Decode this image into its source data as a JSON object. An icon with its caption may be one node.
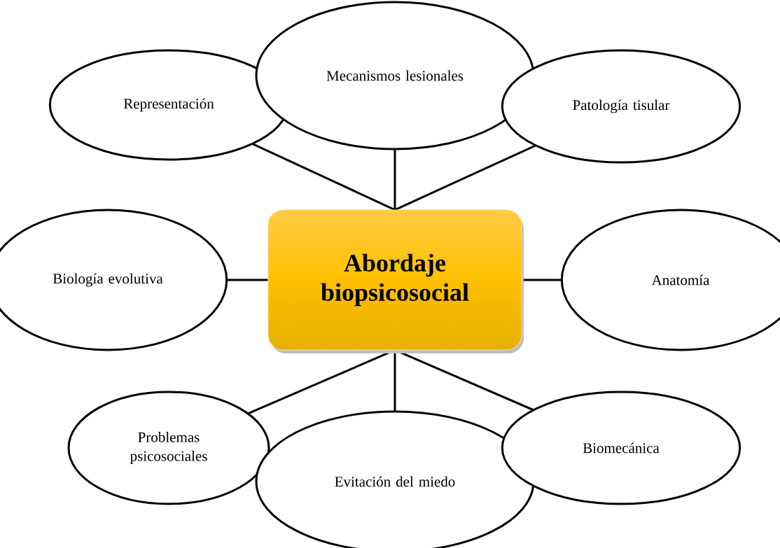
{
  "diagram": {
    "nodes": [
      {
        "text": [
          "Representación"
        ]
      },
      {
        "text": [
          "Mecanismos lesionales"
        ]
      },
      {
        "text": [
          "Patología tisular"
        ]
      },
      {
        "text": [
          "Biología evolutiva"
        ]
      },
      {
        "text": [
          "Abordaje biopsicosocial"
        ]
      },
      {
        "text": [
          "Anatomía"
        ]
      },
      {
        "text": [
          "Problemas psicosociales"
        ]
      },
      {
        "text": [
          "Evitación del miedo"
        ]
      },
      {
        "text": [
          "Biomecánica"
        ]
      }
    ],
    "edges": [
      {
        "from": 4,
        "to": 0,
        "arrow": "none"
      },
      {
        "from": 4,
        "to": 1,
        "arrow": "none"
      },
      {
        "from": 4,
        "to": 2,
        "arrow": "none"
      },
      {
        "from": 4,
        "to": 3,
        "arrow": "none"
      },
      {
        "from": 4,
        "to": 5,
        "arrow": "none"
      },
      {
        "from": 4,
        "to": 6,
        "arrow": "none"
      },
      {
        "from": 4,
        "to": 7,
        "arrow": "none"
      },
      {
        "from": 4,
        "to": 8,
        "arrow": "none"
      }
    ]
  }
}
